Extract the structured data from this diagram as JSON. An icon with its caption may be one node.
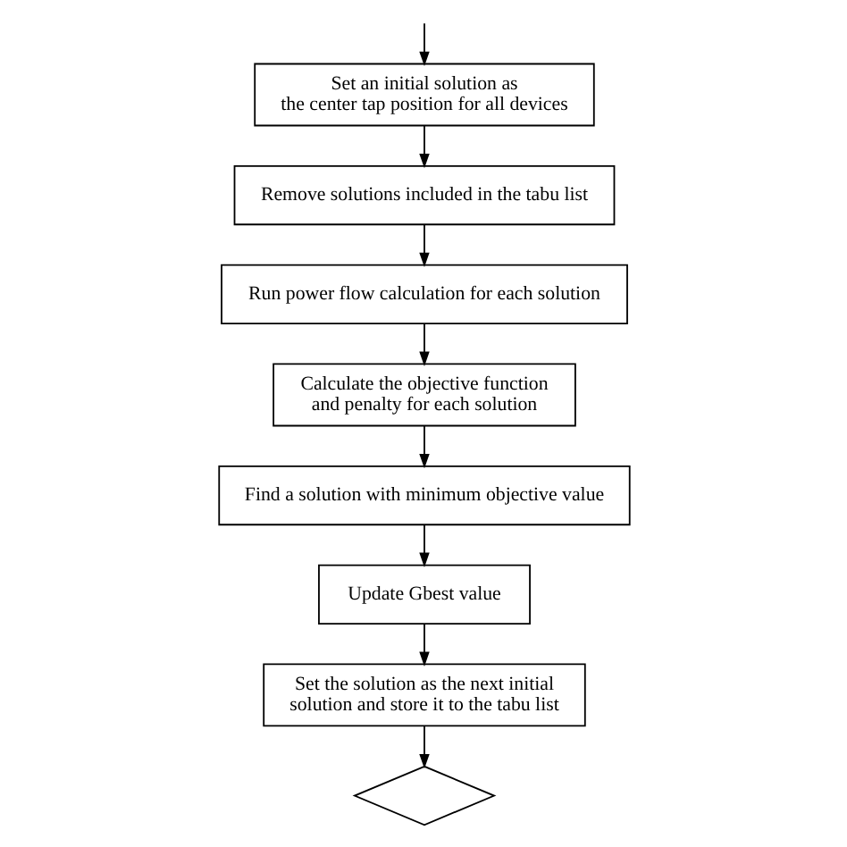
{
  "diagram": {
    "nodes": [
      {
        "text": [
          "Set an initial solution as the center tap position for all devices"
        ]
      },
      {
        "text": [
          "Remove solutions included in the tabu list"
        ]
      },
      {
        "text": [
          "Run power flow calculation for each solution"
        ]
      },
      {
        "text": [
          "Calculate the objective function and penalty for each solution"
        ]
      },
      {
        "text": [
          "Find a solution with minimum objective value"
        ]
      },
      {
        "text": [
          "Update Gbest value"
        ]
      },
      {
        "text": [
          "Set the solution as the next initial solution and store it to the tabu list"
        ]
      },
      {
        "text": [],
        "shape": "diamond"
      }
    ],
    "edges": [
      {
        "from": null,
        "to": 0,
        "arrow": "to"
      },
      {
        "from": 0,
        "to": 1,
        "arrow": "to"
      },
      {
        "from": 1,
        "to": 2,
        "arrow": "to"
      },
      {
        "from": 2,
        "to": 3,
        "arrow": "to"
      },
      {
        "from": 3,
        "to": 4,
        "arrow": "to"
      },
      {
        "from": 4,
        "to": 5,
        "arrow": "to"
      },
      {
        "from": 5,
        "to": 6,
        "arrow": "to"
      },
      {
        "from": 6,
        "to": 7,
        "arrow": "to"
      }
    ]
  }
}
